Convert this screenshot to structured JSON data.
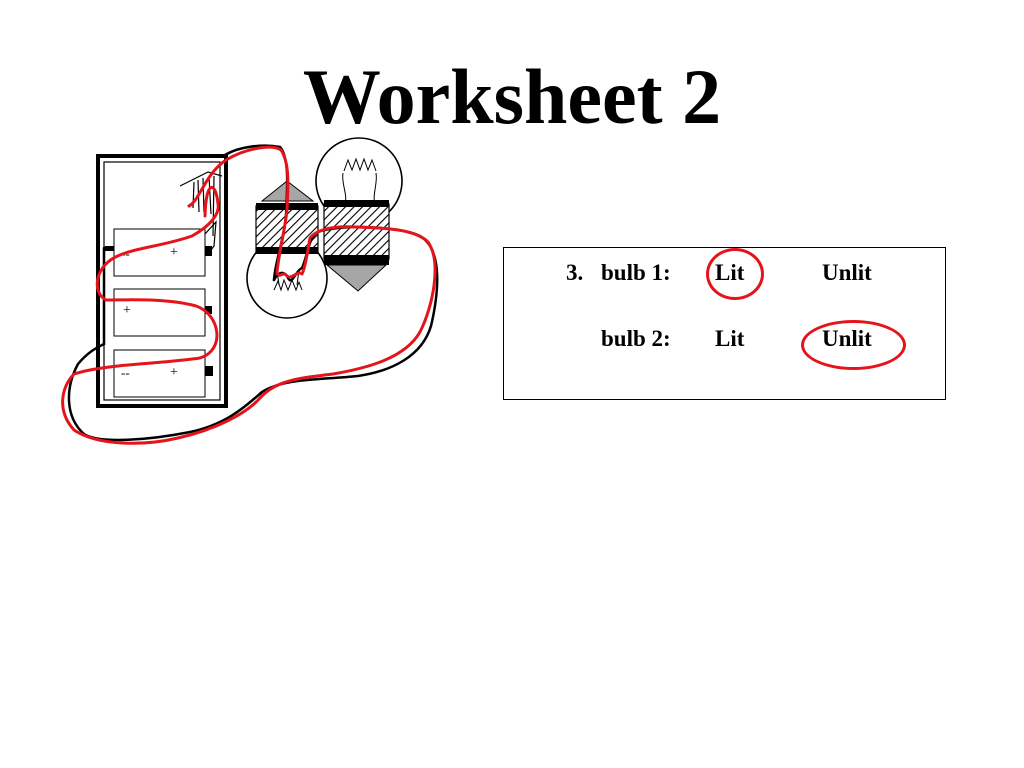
{
  "slide": {
    "title": "Worksheet 2"
  },
  "diagram": {
    "battery_labels": {
      "cell1_minus": "--",
      "cell1_plus": "+",
      "cell2_plus": "+",
      "cell3_minus": "--",
      "cell3_plus": "+"
    },
    "colors": {
      "student_wire": "#e5141b",
      "original_wire": "#000000"
    }
  },
  "answer": {
    "q1_number": "3.",
    "q1_label": "bulb 1:",
    "q1_lit": "Lit",
    "q1_unlit": "Unlit",
    "q2_label": "bulb 2:",
    "q2_lit": "Lit",
    "q2_unlit": "Unlit",
    "circled": [
      "bulb 1: Lit",
      "bulb 2: Unlit"
    ]
  }
}
